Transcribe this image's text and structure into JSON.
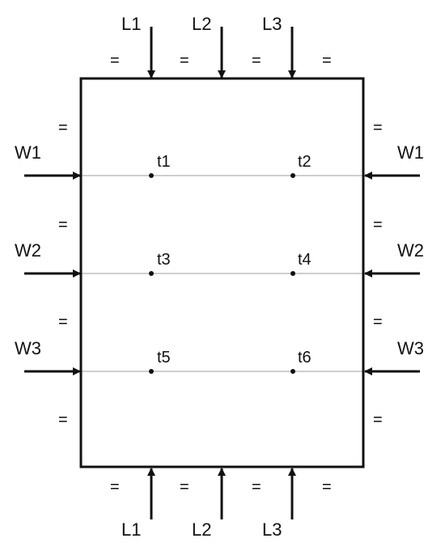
{
  "top_loads": [
    "L1",
    "L2",
    "L3"
  ],
  "bottom_loads": [
    "L1",
    "L2",
    "L3"
  ],
  "side_loads": [
    "W1",
    "W2",
    "W3"
  ],
  "points": [
    "t1",
    "t2",
    "t3",
    "t4",
    "t5",
    "t6"
  ],
  "equal_mark": "=",
  "colors": {
    "stroke": "#111111",
    "guide": "#bdbdbd",
    "background": "#ffffff"
  }
}
